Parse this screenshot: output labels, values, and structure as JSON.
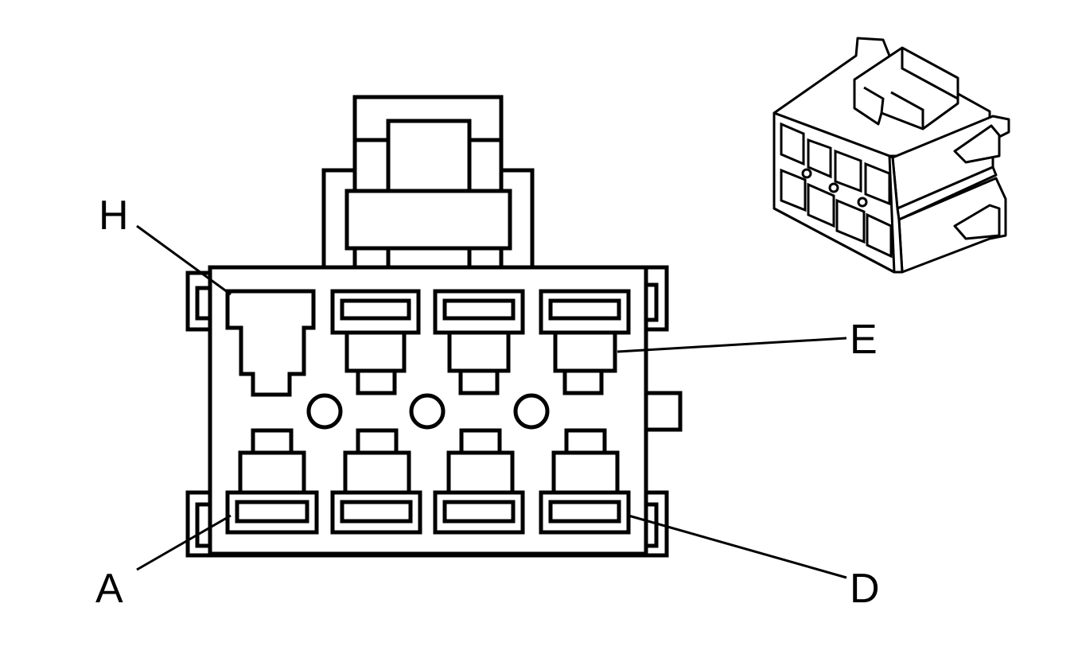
{
  "labels": {
    "h": "H",
    "e": "E",
    "a": "A",
    "d": "D"
  }
}
